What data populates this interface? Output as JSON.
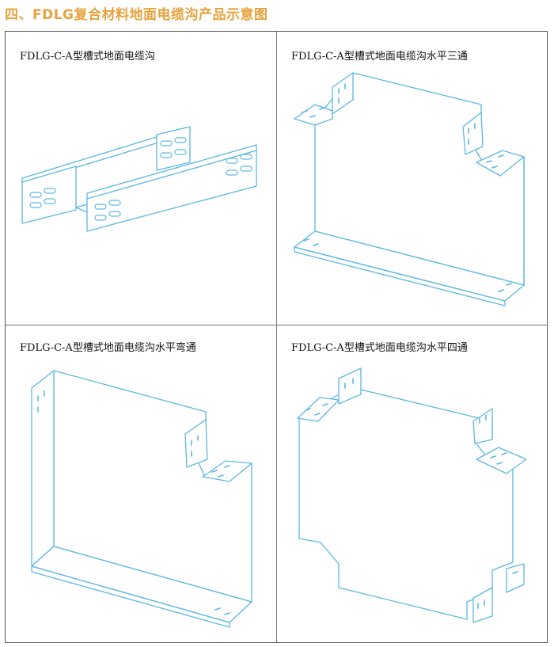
{
  "page_title": "四、FDLG复合材料地面电缆沟产品示意图",
  "panels": [
    {
      "caption": "FDLG-C-A型槽式地面电缆沟"
    },
    {
      "caption": "FDLG-C-A型槽式地面电缆沟水平三通"
    },
    {
      "caption": "FDLG-C-A型槽式地面电缆沟水平弯通"
    },
    {
      "caption": "FDLG-C-A型槽式地面电缆沟水平四通"
    }
  ],
  "colors": {
    "title": "#e6a23c",
    "drawing_line": "#5bb8e0",
    "border": "#555555"
  }
}
